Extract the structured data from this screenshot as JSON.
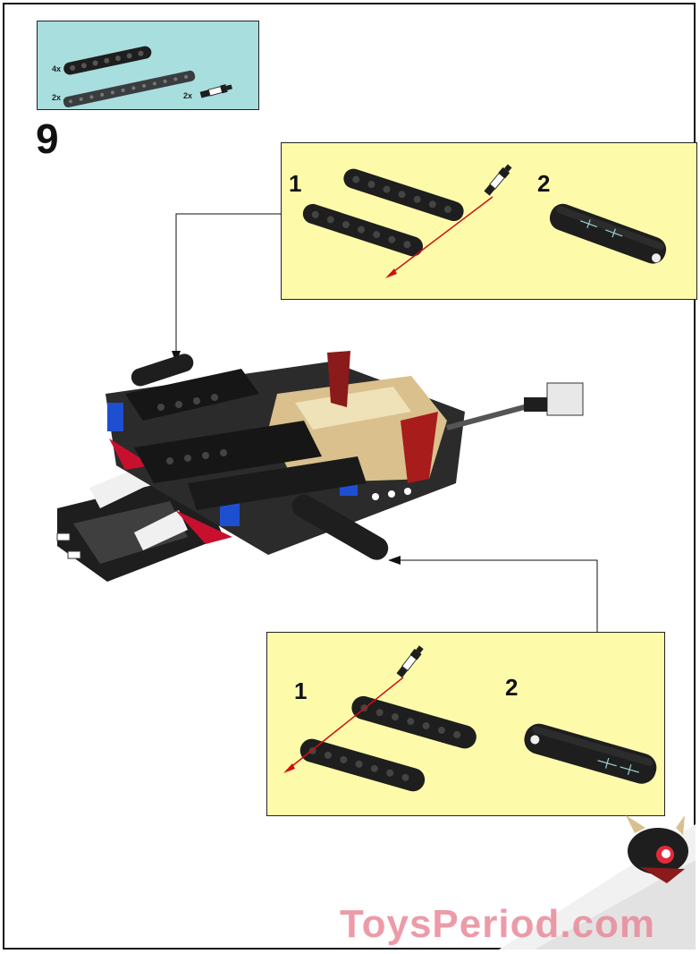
{
  "parts_list": {
    "items": [
      {
        "qty": "4x",
        "part": "black-liftarm-7-icon"
      },
      {
        "qty": "2x",
        "part": "dark-gray-liftarm-11-icon"
      },
      {
        "qty": "2x",
        "part": "axle-pin-icon"
      }
    ]
  },
  "step": {
    "number": "9"
  },
  "callout_top": {
    "substep_1": "1",
    "substep_2": "2"
  },
  "callout_bottom": {
    "substep_1": "1",
    "substep_2": "2"
  },
  "watermark": {
    "text": "ToysPeriod.com"
  },
  "colors": {
    "parts_box_bg": "#a8dede",
    "callout_bg": "#fdfbaa",
    "part_black": "#1e1e1e",
    "accent_red": "#c8102e",
    "accent_blue": "#1f4fd1",
    "accent_tan": "#d9c08c"
  }
}
